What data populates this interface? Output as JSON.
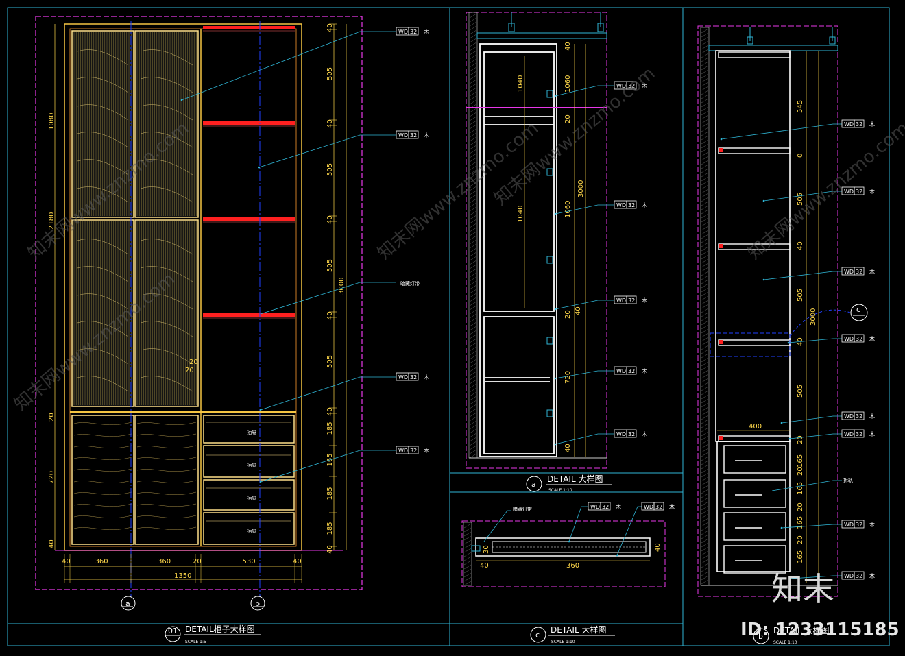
{
  "drawing": {
    "view_01": {
      "title": "DETAIL柜子大样图",
      "number": "01",
      "scale": "SCALE  1:5",
      "dims_bottom": [
        "40",
        "360",
        "360",
        "20",
        "530",
        "40"
      ],
      "dim_total": "1350",
      "dims_right": [
        "40",
        "505",
        "40",
        "505",
        "40",
        "505",
        "40",
        "505",
        "40",
        "185",
        "165",
        "185",
        "185",
        "40"
      ],
      "dim_height": "3000",
      "dims_left": [
        "1080",
        "2180",
        "20",
        "720",
        "40"
      ],
      "dims_small": [
        "20",
        "20"
      ],
      "drawer_labels": [
        "抽屉",
        "抽屉",
        "抽屉",
        "抽屉"
      ],
      "note_light": "暗藏灯带",
      "sections": [
        "a",
        "b"
      ]
    },
    "view_a": {
      "letter": "a",
      "title": "DETAIL  大样图",
      "scale": "SCALE  1:10",
      "dims": [
        "40",
        "1060",
        "20",
        "1060",
        "40",
        "20",
        "720",
        "40"
      ],
      "dims_inner": [
        "1040",
        "1040"
      ],
      "dim_height": "3000"
    },
    "view_c": {
      "letter": "c",
      "title": "DETAIL  大样图",
      "scale": "SCALE  1:10",
      "note_light": "暗藏灯带",
      "dims": [
        "30",
        "40",
        "360",
        "40"
      ]
    },
    "view_b": {
      "letter": "b",
      "title": "DETAIL  大样图",
      "scale": "SCALE  1:10",
      "dims": [
        "545",
        "0",
        "505",
        "40",
        "505",
        "40",
        "505",
        "20",
        "165",
        "20",
        "165",
        "20",
        "165",
        "20",
        "165"
      ],
      "dim_height": "3000",
      "dim_depth": "400",
      "note_rail": "拆轨",
      "section_callout": "c"
    },
    "material_tag": {
      "code": "WD",
      "num": "32",
      "suffix": "木"
    },
    "watermarks": [
      "知末网www.znzmo.com",
      "知末网www.znzmo.com",
      "知末网www.znzmo.com",
      "知末网www.znzmo.com",
      "知末网www.znzmo.com"
    ],
    "logo": "知末",
    "id_label": "ID: 1233115185"
  },
  "colors": {
    "background": "#000000",
    "frame": "#2fb6d6",
    "border": "#e838e8",
    "cabinet": "#f5c542",
    "shelf": "#ff2020",
    "center_line": "#2040ff",
    "leader": "#2fb6d6",
    "dimension": "#ffd84a",
    "white": "#ffffff"
  }
}
